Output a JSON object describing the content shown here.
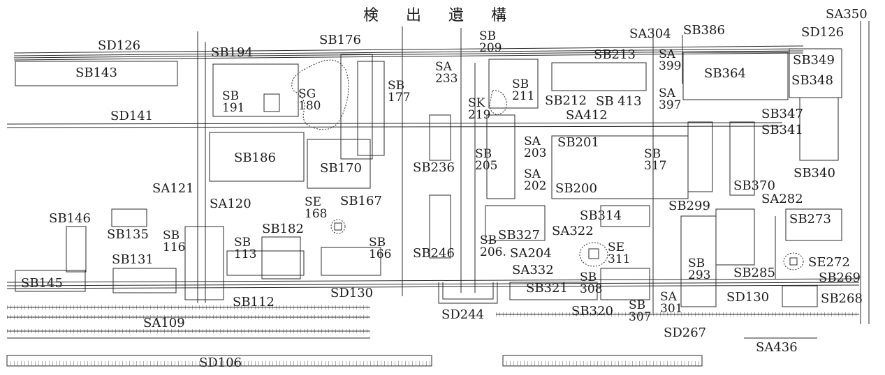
{
  "title": "検 出 遺 構",
  "labels": {
    "SA350": "SA350",
    "SD126_left": "SD126",
    "SD126_right": "SD126",
    "SB143": "SB143",
    "SB194": "SB194",
    "SB176": "SB176",
    "SB209_a": "SB",
    "SB209_b": "209",
    "SA304": "SA304",
    "SB386": "SB386",
    "SB213": "SB213",
    "SA399_a": "SA",
    "SA399_b": "399",
    "SB364": "SB364",
    "SB349": "SB349",
    "SA233_a": "SA",
    "SA233_b": "233",
    "SB177_a": "SB",
    "SB177_b": "177",
    "SB191_a": "SB",
    "SB191_b": "191",
    "SG180_a": "SG",
    "SG180_b": "180",
    "SB211_a": "SB",
    "SB211_b": "211",
    "SK219_a": "SK",
    "SK219_b": "219",
    "SB212": "SB212",
    "SB413": "SB 413",
    "SA397_a": "SA",
    "SA397_b": "397",
    "SB348": "SB348",
    "SB347": "SB347",
    "SB341": "SB341",
    "SD141": "SD141",
    "SA412": "SA412",
    "SA203_a": "SA",
    "SA203_b": "203",
    "SB201": "SB201",
    "SB186": "SB186",
    "SB170": "SB170",
    "SB236": "SB236",
    "SB205_a": "SB",
    "SB205_b": "205",
    "SB317_a": "SB",
    "SB317_b": "317",
    "SB340": "SB340",
    "SA121": "SA121",
    "SA202_a": "SA",
    "SA202_b": "202",
    "SB200": "SB200",
    "SB370": "SB370",
    "SA120": "SA120",
    "SE168_a": "SE",
    "SE168_b": "168",
    "SB167": "SB167",
    "SB299": "SB299",
    "SA282": "SA282",
    "SB146": "SB146",
    "SB314": "SB314",
    "SB273": "SB273",
    "SB135": "SB135",
    "SB182": "SB182",
    "SB327": "SB327",
    "SA322": "SA322",
    "SB116_a": "SB",
    "SB116_b": "116",
    "SB113_a": "SB",
    "SB113_b": "113",
    "SB166_a": "SB",
    "SB166_b": "166",
    "SB246": "SB246",
    "SB206_a": "SB",
    "SB206_b": "206.",
    "SA204": "SA204",
    "SE311_a": "SE",
    "SE311_b": "311",
    "SB131": "SB131",
    "SA332": "SA332",
    "SB293_a": "SB",
    "SB293_b": "293",
    "SB285": "SB285",
    "SE272": "SE272",
    "SB308_a": "SB",
    "SB308_b": "308",
    "SB269": "SB269",
    "SB145": "SB145",
    "SD130_left": "SD130",
    "SB321": "SB321",
    "SB112": "SB112",
    "SB307_a": "SB",
    "SB307_b": "307",
    "SA301_a": "SA",
    "SA301_b": "301",
    "SD130_right": "SD130",
    "SB268": "SB268",
    "SD244": "SD244",
    "SB320": "SB320",
    "SA109": "SA109",
    "SD267": "SD267",
    "SA436": "SA436",
    "SD106": "SD106"
  }
}
